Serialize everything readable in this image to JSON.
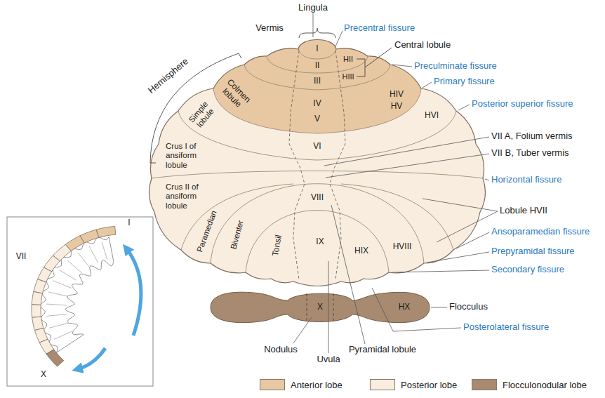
{
  "diagram": {
    "labels": [
      "Lingula",
      "Vermis",
      "Precentral fissure",
      "Central lobule",
      "HII",
      "HIII",
      "Hemisphere",
      "I",
      "II",
      "III",
      "Preculminate fissure",
      "Colmen lobule",
      "IV",
      "V",
      "HIV",
      "HV",
      "Primary fissure",
      "Posterior superior fissure",
      "HVI",
      "Simple lobule",
      "VI",
      "VII A, Folium vermis",
      "VII B, Tuber vermis",
      "Crus I of ansiform lobule",
      "Horizontal fissure",
      "Crus II of ansiform lobule",
      "VIII",
      "Lobule HVII",
      "Paramedian",
      "Biventer",
      "Tonsil",
      "IX",
      "HIX",
      "HVIII",
      "Ansoparamedian fissure",
      "Prepyramidal fissure",
      "Secondary fissure",
      "X",
      "HX",
      "Flocculus",
      "Posterolateral fissure",
      "Nodulus",
      "Uvula",
      "Pyramidal lobule",
      "VII",
      "I",
      "X"
    ],
    "legend": [
      {
        "text": "Anterior lobe",
        "color": "#e8c8a2"
      },
      {
        "text": "Posterior lobe",
        "color": "#f8eddf"
      },
      {
        "text": "Flocculonodular lobe",
        "color": "#a78a70"
      }
    ]
  }
}
